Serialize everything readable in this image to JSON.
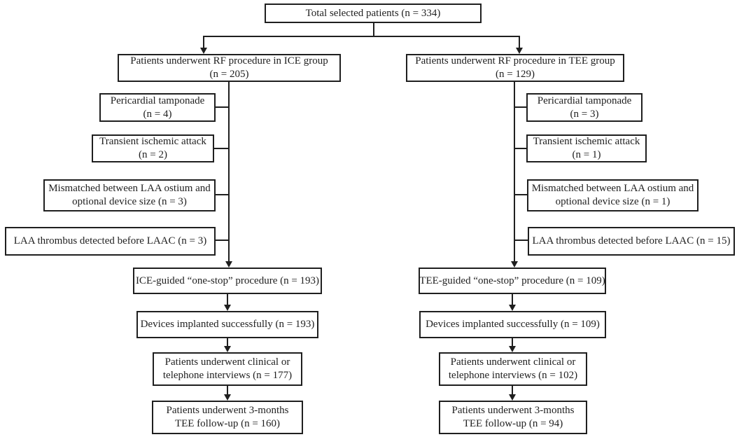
{
  "colors": {
    "line": "#1f1f1f",
    "text": "#1f1f1f",
    "background": "#ffffff"
  },
  "boxes": {
    "total": {
      "line1": "Total selected patients (n = 334)"
    },
    "ice_group": {
      "line1": "Patients underwent RF procedure in ICE group",
      "line2": "(n = 205)"
    },
    "tee_group": {
      "line1": "Patients underwent RF procedure in TEE group",
      "line2": "(n = 129)"
    },
    "ice_excl_tamponade": {
      "line1": "Pericardial tamponade",
      "line2": "(n = 4)"
    },
    "ice_excl_tia": {
      "line1": "Transient ischemic attack",
      "line2": "(n = 2)"
    },
    "ice_excl_mismatch": {
      "line1": "Mismatched between LAA ostium and",
      "line2": "optional device size (n = 3)"
    },
    "ice_excl_thrombus": {
      "line1": "LAA thrombus detected before LAAC (n = 3)"
    },
    "tee_excl_tamponade": {
      "line1": "Pericardial tamponade",
      "line2": "(n = 3)"
    },
    "tee_excl_tia": {
      "line1": "Transient ischemic attack",
      "line2": "(n = 1)"
    },
    "tee_excl_mismatch": {
      "line1": "Mismatched between LAA ostium and",
      "line2": "optional device size (n = 1)"
    },
    "tee_excl_thrombus": {
      "line1": "LAA thrombus detected before LAAC (n = 15)"
    },
    "ice_onestop": {
      "line1": "ICE-guided “one-stop” procedure (n = 193)"
    },
    "tee_onestop": {
      "line1": "TEE-guided “one-stop” procedure (n = 109)"
    },
    "ice_devices": {
      "line1": "Devices implanted successfully (n = 193)"
    },
    "tee_devices": {
      "line1": "Devices implanted successfully (n = 109)"
    },
    "ice_interviews": {
      "line1": "Patients underwent clinical or",
      "line2": "telephone interviews (n = 177)"
    },
    "tee_interviews": {
      "line1": "Patients underwent clinical or",
      "line2": "telephone interviews (n = 102)"
    },
    "ice_followup": {
      "line1": "Patients underwent 3-months",
      "line2": "TEE follow-up (n = 160)"
    },
    "tee_followup": {
      "line1": "Patients underwent 3-months",
      "line2": "TEE follow-up (n = 94)"
    }
  }
}
